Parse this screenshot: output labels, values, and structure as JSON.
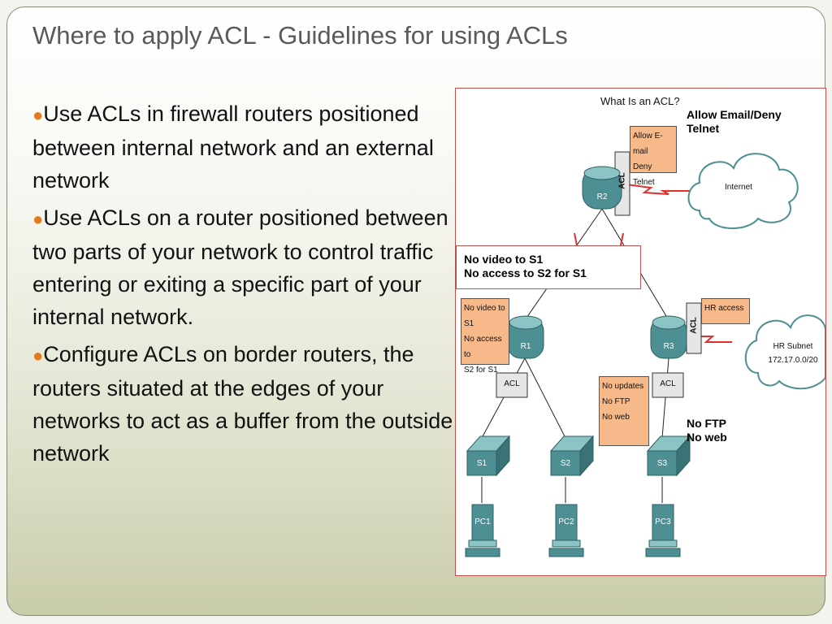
{
  "slide": {
    "title": "Where to apply ACL - Guidelines for using ACLs",
    "bullets": [
      "Use ACLs in firewall routers positioned between internal network and an external network",
      "Use ACLs on a router positioned between two parts of your network  to control traffic entering or exiting a specific part of your internal network.",
      "Configure ACLs on border routers, the routers situated at the edges of your networks to act as a buffer from the outside network"
    ]
  },
  "diagram": {
    "heading": "What Is an ACL?",
    "annotations": {
      "top_right": [
        "Allow Email/Deny",
        "Telnet"
      ],
      "middle_box": [
        "No video to S1",
        "No access to S2 for S1"
      ],
      "bottom_right": [
        "No FTP",
        "No web"
      ]
    },
    "routers": [
      "R2",
      "R1",
      "R3"
    ],
    "switches": [
      "S1",
      "S2",
      "S3"
    ],
    "pcs": [
      "PC1",
      "PC2",
      "PC3"
    ],
    "acl_label": "ACL",
    "clouds": {
      "internet": "Internet",
      "hr_subnet": [
        "HR Subnet",
        "172.17.0.0/20"
      ]
    },
    "notes": {
      "r2": [
        "Allow E-mail",
        "Deny Telnet"
      ],
      "r1": [
        "No video to S1",
        "No access to",
        "S2 for S1"
      ],
      "r3_hr": "HR access",
      "r3_lan": [
        "No updates",
        "No FTP",
        "No web"
      ]
    },
    "colors": {
      "router": "#4d8f93",
      "switch": "#4d8f93",
      "note_fill": "#f8b98a",
      "link": "#e0302a",
      "bullet": "#e07b20"
    }
  }
}
